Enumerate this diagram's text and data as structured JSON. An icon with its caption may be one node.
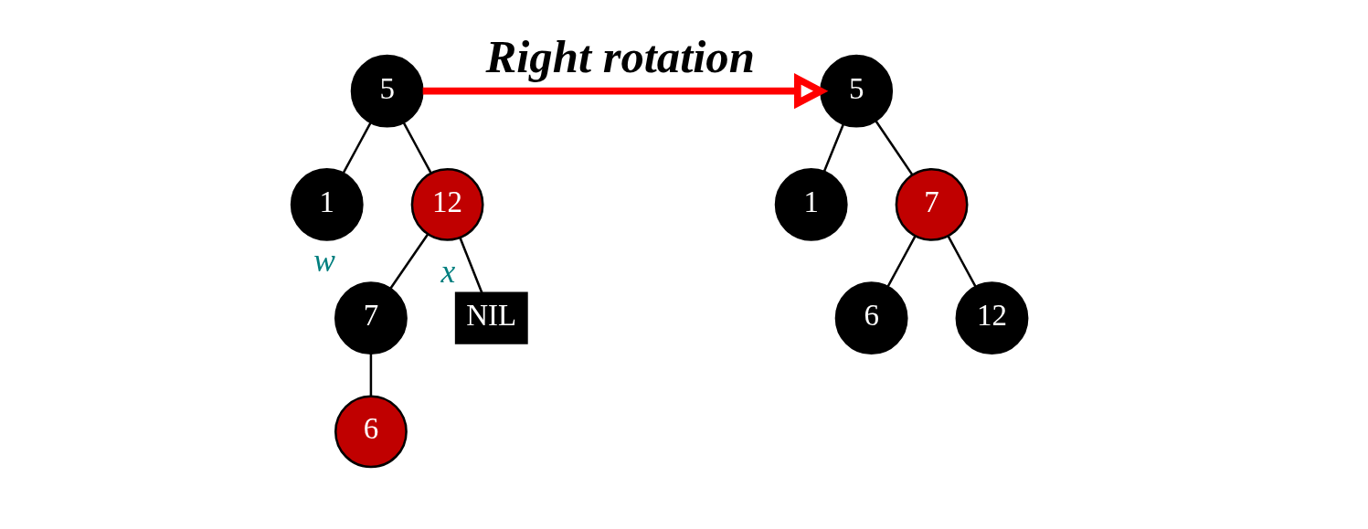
{
  "diagram": {
    "nodes": [
      {
        "text": [
          "5"
        ]
      },
      {
        "text": [
          "1"
        ]
      },
      {
        "text": [
          "12"
        ]
      },
      {
        "text": [
          "7"
        ],
        "beside": [
          "w"
        ]
      },
      {
        "text": [
          "NIL"
        ],
        "beside": [
          "x"
        ]
      },
      {
        "text": [
          "6"
        ]
      },
      {
        "text": [
          "5"
        ]
      },
      {
        "text": [
          "1"
        ]
      },
      {
        "text": [
          "7"
        ]
      },
      {
        "text": [
          "6"
        ]
      },
      {
        "text": [
          "12"
        ]
      }
    ],
    "edges": [
      {
        "from": 0,
        "to": 1,
        "arrow": "none"
      },
      {
        "from": 0,
        "to": 2,
        "arrow": "none"
      },
      {
        "from": 2,
        "to": 3,
        "arrow": "none"
      },
      {
        "from": 2,
        "to": 4,
        "arrow": "none"
      },
      {
        "from": 3,
        "to": 5,
        "arrow": "none"
      },
      {
        "from": 0,
        "to": 6,
        "arrow": "to",
        "label": "Right rotation",
        "style": "thick",
        "color": "#ff0000"
      },
      {
        "from": 6,
        "to": 7,
        "arrow": "none"
      },
      {
        "from": 6,
        "to": 8,
        "arrow": "none"
      },
      {
        "from": 8,
        "to": 9,
        "arrow": "none"
      },
      {
        "from": 8,
        "to": 10,
        "arrow": "none"
      }
    ]
  }
}
